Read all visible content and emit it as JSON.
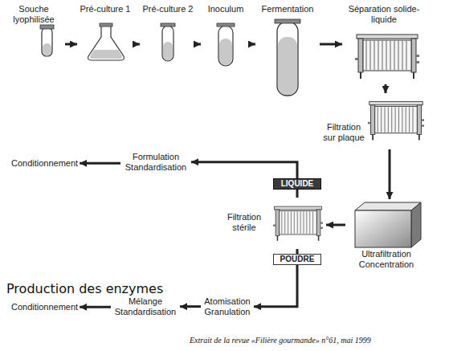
{
  "diagram": {
    "title": "Production des enzymes",
    "caption": "Extrait de la revue «Filière gourmande» n°61, mai 1999",
    "nodes": [
      {
        "text": [
          "Souche lyophilisée"
        ]
      },
      {
        "text": [
          "Pré-culture 1"
        ]
      },
      {
        "text": [
          "Pré-culture 2"
        ]
      },
      {
        "text": [
          "Inoculum"
        ]
      },
      {
        "text": [
          "Fermentation"
        ]
      },
      {
        "text": [
          "Séparation solide-liquide"
        ]
      },
      {
        "text": [
          "Filtration sur plaque"
        ]
      },
      {
        "text": [
          "Ultrafiltration Concentration"
        ]
      },
      {
        "text": [
          "Filtration stérile"
        ]
      },
      {
        "text": [
          "LIQUIDE"
        ]
      },
      {
        "text": [
          "POUDRE"
        ]
      },
      {
        "text": [
          "Formulation Standardisation"
        ]
      },
      {
        "text": [
          "Conditionnement"
        ]
      },
      {
        "text": [
          "Atomisation Granulation"
        ]
      },
      {
        "text": [
          "Mélange Standardisation"
        ]
      },
      {
        "text": [
          "Conditionnement"
        ]
      }
    ],
    "edges": [
      {
        "from": 0,
        "to": 1,
        "arrow": "to"
      },
      {
        "from": 1,
        "to": 2,
        "arrow": "to"
      },
      {
        "from": 2,
        "to": 3,
        "arrow": "to"
      },
      {
        "from": 3,
        "to": 4,
        "arrow": "to"
      },
      {
        "from": 4,
        "to": 5,
        "arrow": "to"
      },
      {
        "from": 5,
        "to": 6,
        "arrow": "to"
      },
      {
        "from": 6,
        "to": 7,
        "arrow": "to"
      },
      {
        "from": 7,
        "to": 8,
        "arrow": "to"
      },
      {
        "from": 8,
        "to": 9,
        "arrow": "none"
      },
      {
        "from": 9,
        "to": 11,
        "arrow": "to"
      },
      {
        "from": 11,
        "to": 12,
        "arrow": "to"
      },
      {
        "from": 8,
        "to": 10,
        "arrow": "none"
      },
      {
        "from": 10,
        "to": 13,
        "arrow": "to"
      },
      {
        "from": 13,
        "to": 14,
        "arrow": "to"
      },
      {
        "from": 14,
        "to": 15,
        "arrow": "to"
      }
    ]
  }
}
